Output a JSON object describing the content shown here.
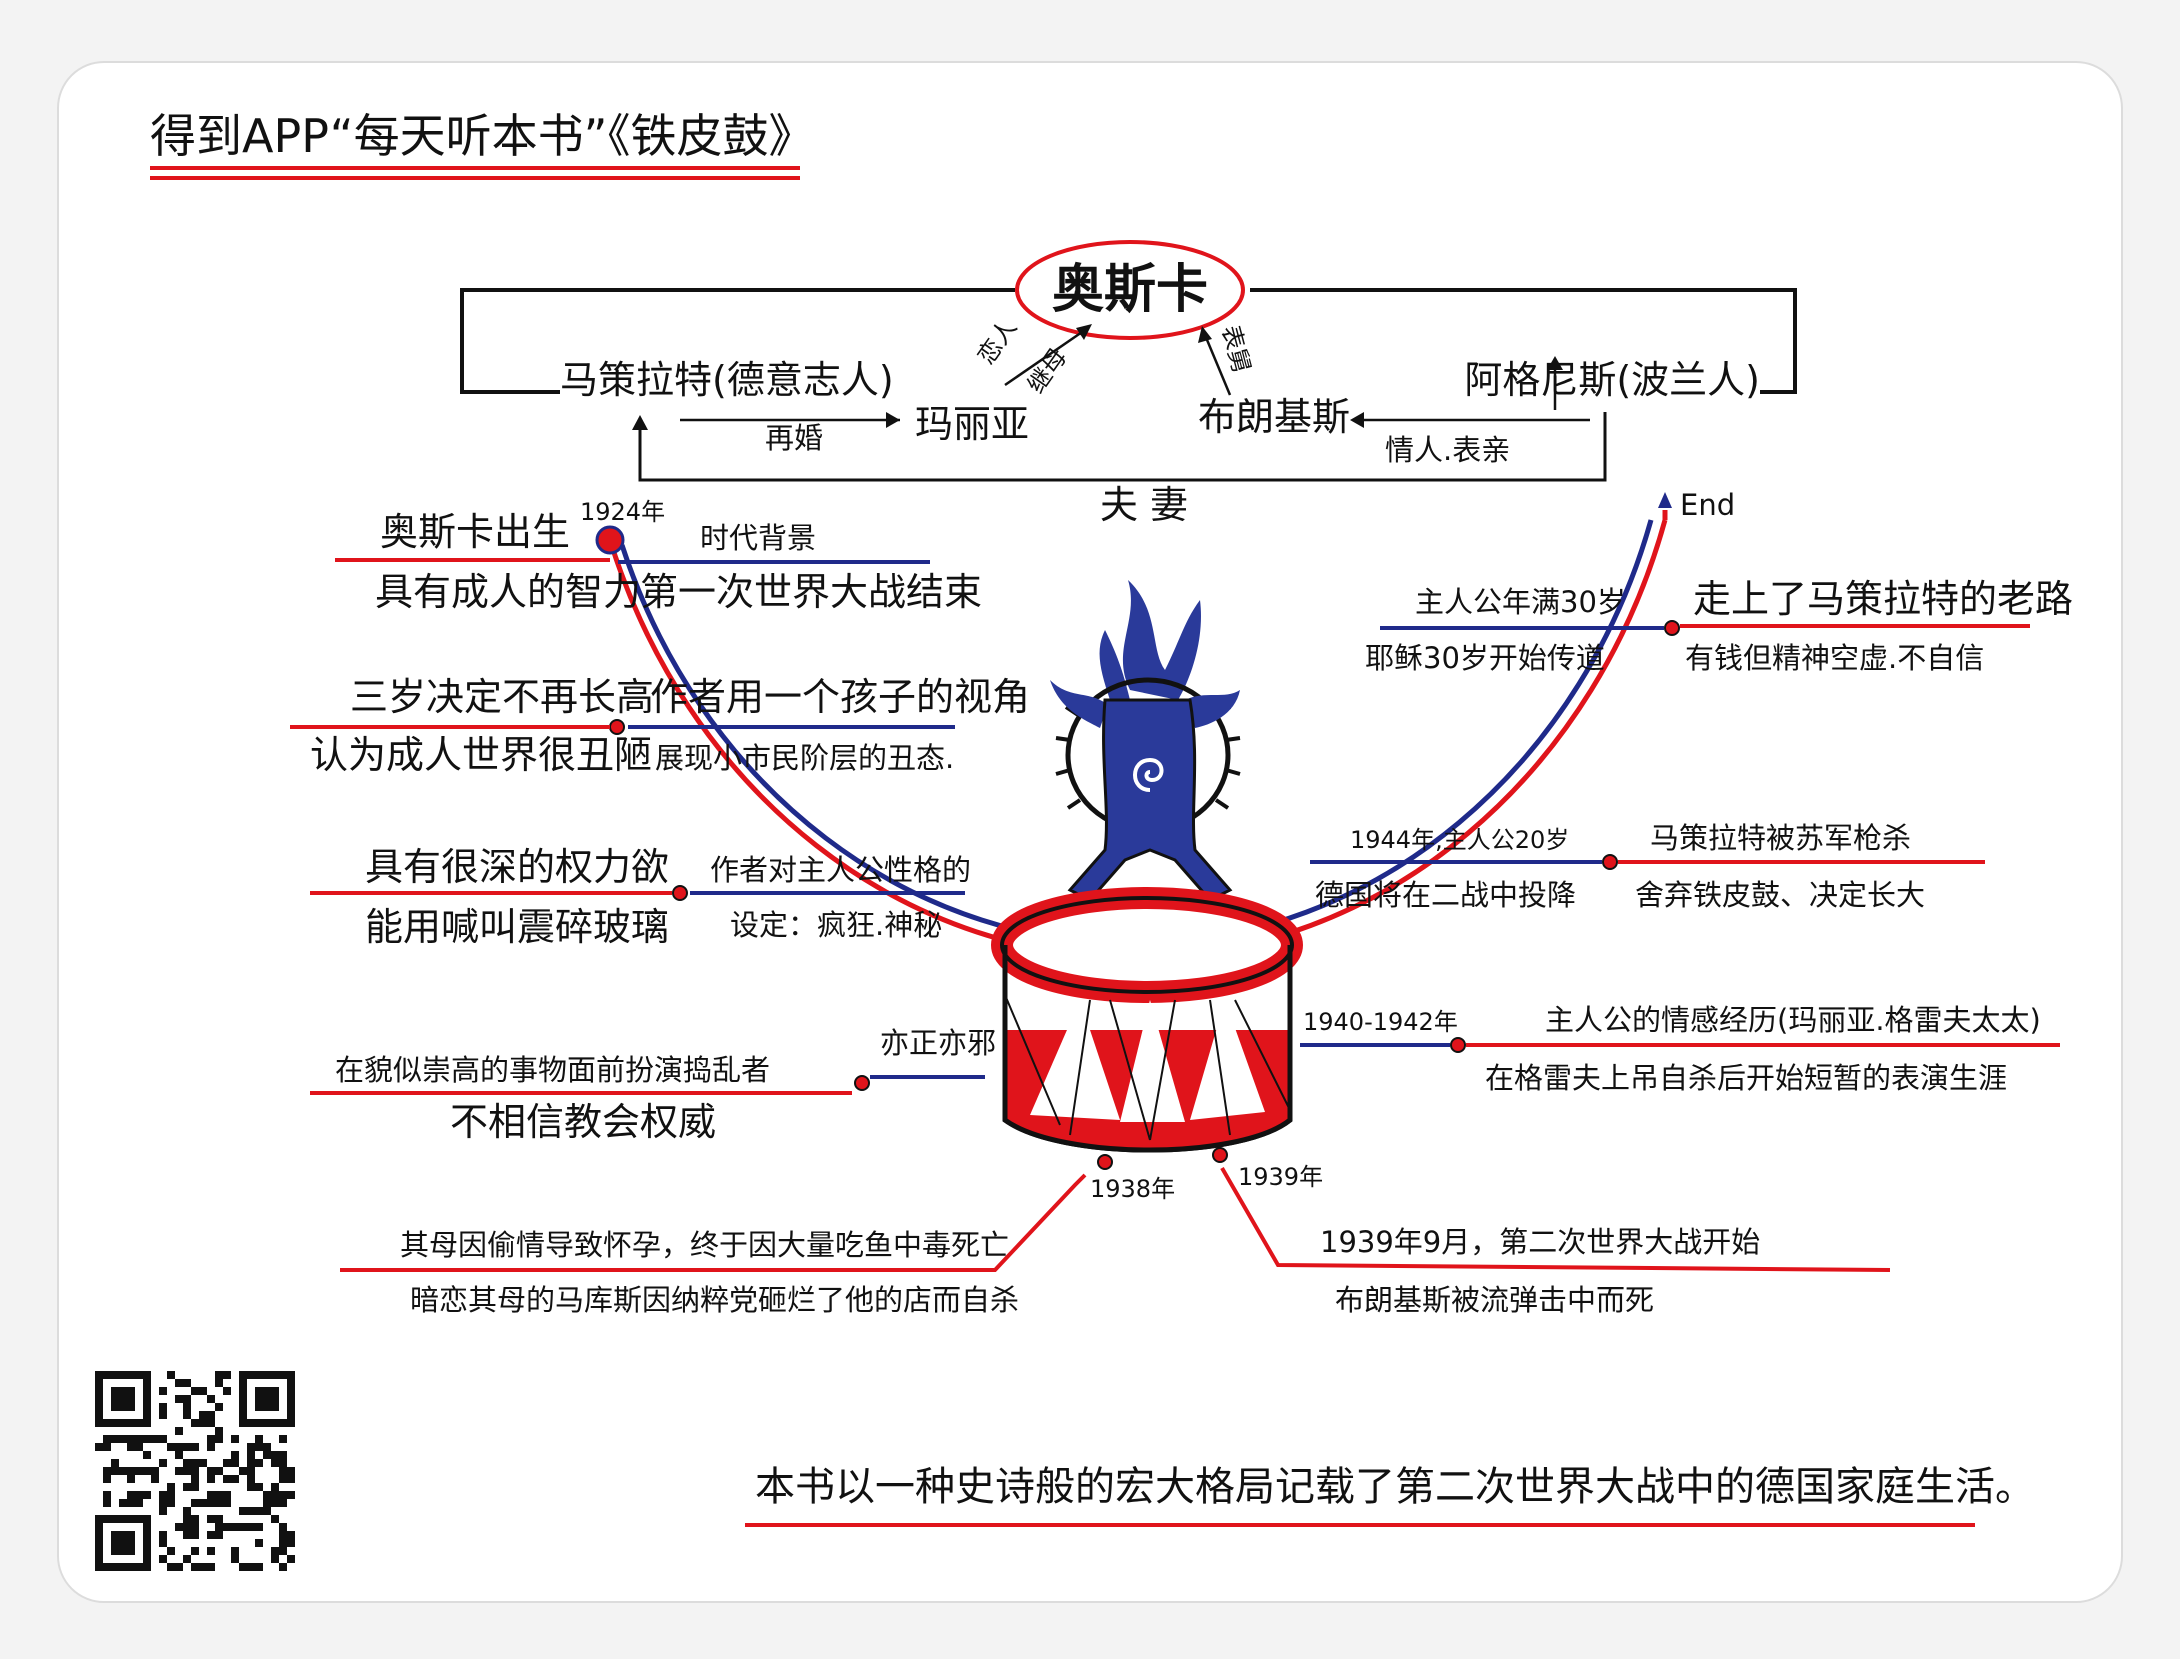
{
  "title": "得到APP“每天听本书”《铁皮鼓》",
  "relations": {
    "center": "奥斯卡",
    "left_person": "马策拉特(德意志人)",
    "right_person": "阿格尼斯(波兰人)",
    "maria": "玛丽亚",
    "bronski": "布朗基斯",
    "rel_remarry": "再婚",
    "rel_lover_cousin": "情人.表亲",
    "rel_couple": "夫 妻",
    "rel_lover": "恋人",
    "rel_stepmother": "继母",
    "rel_cousin": "表舅"
  },
  "timeline": {
    "start_year": "1924年",
    "end_label": "End",
    "year_1938": "1938年",
    "year_1939": "1939年",
    "left_events": [
      {
        "line1": "奥斯卡出生",
        "line2": "具有成人的智力"
      },
      {
        "line1": "三岁决定不再长高",
        "line2": "认为成人世界很丑陋"
      },
      {
        "line1": "具有很深的权力欲",
        "line2": "能用喊叫震碎玻璃"
      },
      {
        "line1": "在貌似崇高的事物面前扮演捣乱者",
        "line2": "不相信教会权威"
      },
      {
        "line1": "其母因偷情导致怀孕，终于因大量吃鱼中毒死亡",
        "line2": "暗恋其母的马库斯因纳粹党砸烂了他的店而自杀"
      }
    ],
    "inner_left": [
      {
        "line1": "时代背景",
        "line2": "第一次世界大战结束"
      },
      {
        "line1": "作者用一个孩子的视角",
        "line2": "展现小市民阶层的丑态."
      },
      {
        "line1": "作者对主人公性格的",
        "line2": "设定：疯狂.神秘"
      },
      {
        "line1": "亦正亦邪",
        "line2": ""
      }
    ],
    "right_events": [
      {
        "line1": "走上了马策拉特的老路",
        "line2": "有钱但精神空虚.不自信"
      },
      {
        "line1": "马策拉特被苏军枪杀",
        "line2": "舍弃铁皮鼓、决定长大"
      },
      {
        "line1": "主人公的情感经历(玛丽亚.格雷夫太太)",
        "line2": "在格雷夫上吊自杀后开始短暂的表演生涯"
      },
      {
        "line1": "1939年9月，第二次世界大战开始",
        "line2": "布朗基斯被流弹击中而死"
      }
    ],
    "inner_right": [
      {
        "line1": "主人公年满30岁",
        "line2": "耶稣30岁开始传道"
      },
      {
        "line1": "1944年,主人公20岁",
        "line2": "德国将在二战中投降"
      },
      {
        "line1": "1940-1942年",
        "line2": ""
      }
    ]
  },
  "bottom_text": "本书以一种史诗般的宏大格局记载了第二次世界大战中的德国家庭生活。",
  "colors": {
    "red": "#e0141b",
    "blue": "#1f2a8a",
    "figure": "#2a3a9a",
    "ink": "#111111",
    "frame": "#ffffff"
  }
}
